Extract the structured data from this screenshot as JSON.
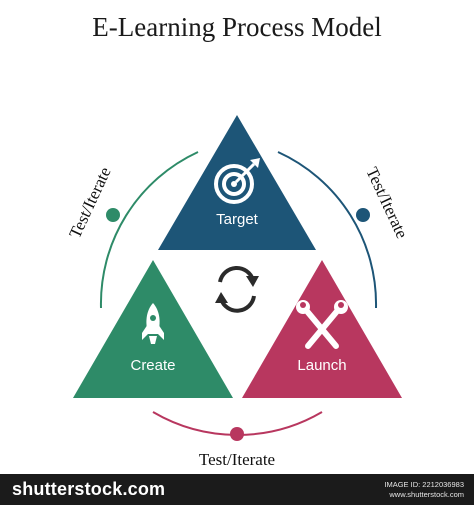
{
  "title": "E-Learning Process Model",
  "stages": {
    "target": {
      "label": "Target",
      "color": "#1d5577",
      "icon": "target-icon"
    },
    "create": {
      "label": "Create",
      "color": "#2e8b68",
      "icon": "rocket-icon"
    },
    "launch": {
      "label": "Launch",
      "color": "#b8375f",
      "icon": "tools-icon"
    }
  },
  "center_icon": "refresh-icon",
  "cycle_labels": {
    "left": "Test/Iterate",
    "right": "Test/Iterate",
    "bottom": "Test/Iterate"
  },
  "arc_colors": {
    "left": "#2e8b68",
    "right": "#1d5577",
    "bottom": "#b8375f"
  },
  "footer": {
    "brand": "shutterstock",
    "brand_suffix": ".com",
    "image_id": "IMAGE ID: 2212036983",
    "site": "www.shutterstock.com"
  }
}
